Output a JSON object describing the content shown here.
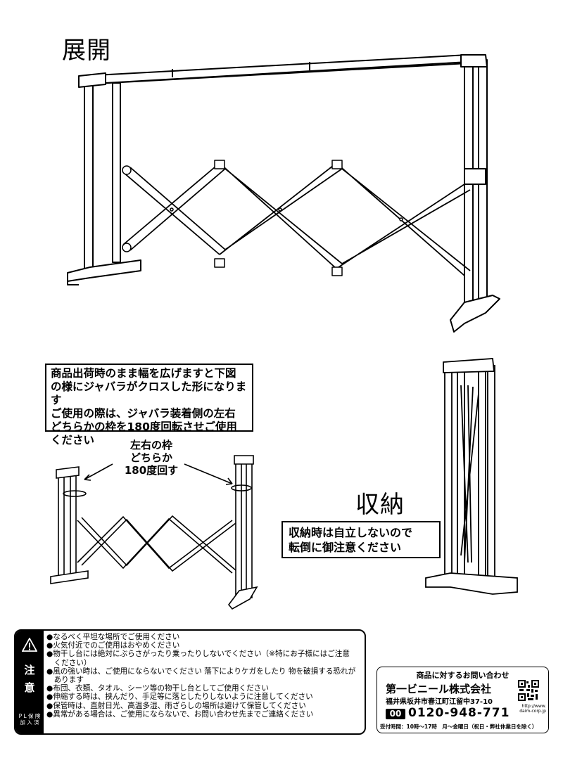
{
  "sections": {
    "expanded_title": "展開",
    "storage_title": "収納"
  },
  "shipping_note": "商品出荷時のまま幅を広げますと下図\nの様にジャバラがクロスした形になります\nご使用の際は、ジャバラ装着側の左右\nどちらかの枠を180度回転させご使用\nください",
  "rotation_label": "左右の枠\nどちらか\n180度回す",
  "storage_note": "収納時は自立しないので\n転倒に御注意ください",
  "caution": {
    "heading_chars": [
      "注",
      "意"
    ],
    "insurance_label": "P L 保 険\n加 入 済",
    "items": [
      "●なるべく平坦な場所でご使用ください",
      "●火気付近でのご使用はおやめください",
      "●物干し台には絶対にぶらさがったり乗ったりしないでください（※特にお子様にはご注意\n　ください）",
      "●風の強い時は、ご使用にならないでください 落下によりケガをしたり 物を破損する恐れが\n　あります",
      "●布団、衣類、タオル、シーツ等の物干し台としてご使用ください",
      "●伸縮する時は、挟んだり、手足等に落としたりしないように注意してください",
      "●保管時は、直射日光、高温多湿、雨ざらしの場所は避けて保管してください",
      "●異常がある場合は、ご使用にならないで、お問い合わせ先までご連絡ください"
    ]
  },
  "contact": {
    "header": "商品に対するお問い合わせ",
    "company": "第一ビニール株式会社",
    "address": "福井県坂井市春江町江留中37-10",
    "free_dial_icon": "00",
    "phone": "0120-948-771",
    "hours": "受付時間：10時～17時　月～金曜日（祝日・弊社休業日を除く）",
    "url": "http://www.\ndaim-corp.jp"
  },
  "icons": {
    "warning": "warning-triangle-icon",
    "free_dial": "free-dial-icon",
    "qr": "qr-code-icon"
  }
}
